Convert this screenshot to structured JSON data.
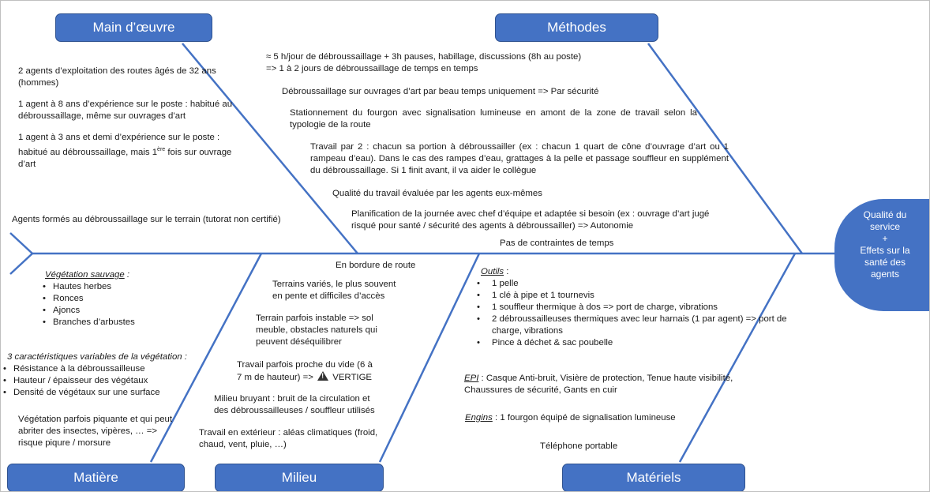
{
  "categories": {
    "main_oeuvre": "Main d’œuvre",
    "methodes": "Méthodes",
    "matiere": "Matière",
    "milieu": "Milieu",
    "materiels": "Matériels"
  },
  "effect": {
    "line1": "Qualité du",
    "line2": "service",
    "line3": "+",
    "line4": "Effets sur la",
    "line5": "santé des",
    "line6": "agents"
  },
  "main_oeuvre": {
    "p1": "2 agents d’exploitation des routes âgés de 32 ans (hommes)",
    "p2": "1 agent à 8 ans d’expérience sur le poste : habitué au débroussaillage, même sur ouvrages d’art",
    "p3a": "1 agent à 3 ans et demi d’expérience sur le poste : habitué au débroussaillage, mais 1",
    "p3sup": "ère",
    "p3b": " fois sur ouvrage d’art",
    "p4": "Agents formés au débroussaillage sur le terrain (tutorat non certifié)"
  },
  "methodes": {
    "m1a": "≈ 5 h/jour de débroussaillage + 3h pauses, habillage, discussions (8h au poste)",
    "m1b": "=> 1 à 2 jours de débroussaillage de temps en temps",
    "m2": "Débroussaillage sur ouvrages d’art par beau temps uniquement => Par sécurité",
    "m3": "Stationnement du fourgon avec signalisation lumineuse en amont de la zone de travail selon la typologie de la route",
    "m4": "Travail par 2 : chacun sa portion à débroussailler (ex : chacun 1 quart de cône d’ouvrage d’art ou 1 rampeau d’eau). Dans le cas des rampes d’eau, grattages à la pelle et passage souffleur en supplément du débroussaillage. Si 1 finit avant, il va aider le collègue",
    "m5": "Qualité du travail évaluée par les agents eux-mêmes",
    "m6": "Planification de la journée avec chef d’équipe et adaptée si besoin (ex : ouvrage d’art jugé risqué pour santé / sécurité des agents à débroussailler) => Autonomie",
    "m7": "Pas de contraintes de temps"
  },
  "matiere": {
    "veg_title": "Végétation sauvage",
    "veg_title_suffix": " :",
    "veg_items": [
      "Hautes herbes",
      "Ronces",
      "Ajoncs",
      "Branches d’arbustes"
    ],
    "car_title": "3 caractéristiques variables de la végétation :",
    "car_items": [
      "Résistance à la débroussailleuse",
      "Hauteur / épaisseur des végétaux",
      "Densité de végétaux sur une surface"
    ],
    "p_last": "Végétation parfois piquante et qui peut abriter des insectes, vipères, … => risque piqure / morsure"
  },
  "milieu": {
    "l1": "En bordure de route",
    "l2": "Terrains variés, le plus souvent en pente et difficiles d’accès",
    "l3": "Terrain parfois instable => sol meuble, obstacles naturels qui peuvent déséquilibrer",
    "l4a": "Travail parfois proche du vide (6 à 7 m de hauteur) =>",
    "l4b": "VERTIGE",
    "l5": "Milieu bruyant : bruit de la circulation et des débroussailleuses / souffleur utilisés",
    "l6": "Travail en extérieur : aléas climatiques (froid, chaud, vent, pluie, …)"
  },
  "materiels": {
    "outils_title": "Outils",
    "outils_suffix": " :",
    "outils_items": [
      "1 pelle",
      "1 clé à pipe et 1 tournevis",
      "1 souffleur thermique à dos => port de charge, vibrations",
      "2 débroussailleuses thermiques avec leur harnais (1 par agent) => port de charge, vibrations",
      "Pince à déchet & sac poubelle"
    ],
    "epi_title": "EPI",
    "epi_text": " : Casque Anti-bruit, Visière de protection, Tenue haute visibilité, Chaussures de sécurité, Gants en cuir",
    "engins_title": "Engins",
    "engins_text": " : 1 fourgon équipé de signalisation lumineuse",
    "telephone": "Téléphone portable"
  },
  "colors": {
    "bone": "#4472c4",
    "box": "#4472c4",
    "text": "#1a1a1a"
  }
}
